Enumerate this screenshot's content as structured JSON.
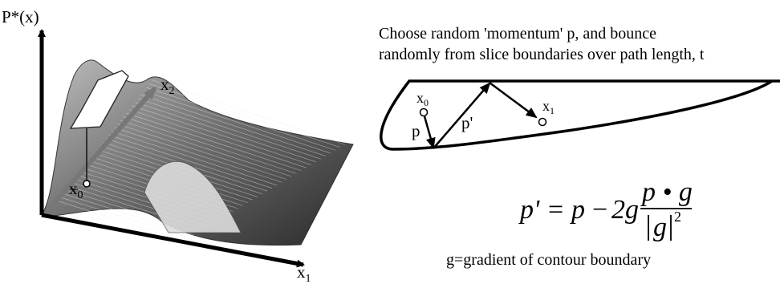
{
  "surface_plot": {
    "y_axis_label": "P*(x)",
    "x1_label": {
      "base": "x",
      "sub": "1"
    },
    "x2_label": {
      "base": "x",
      "sub": "2"
    },
    "x0_label": {
      "base": "x",
      "sub": "0"
    }
  },
  "slice_diagram": {
    "caption_line1": "Choose random 'momentum' p, and bounce",
    "caption_line2": "randomly from slice boundaries over path length, t",
    "x0_label": {
      "base": "x",
      "sub": "0"
    },
    "x1_label": {
      "base": "x",
      "sub": "1"
    },
    "p_label": "p",
    "p_prime_label": "p'"
  },
  "formula": {
    "lhs": "p'",
    "equals": "=",
    "p": "p",
    "minus": "−",
    "two_g": "2g",
    "numerator": "p • g",
    "denominator_g": "g",
    "exponent": "2"
  },
  "gradient_note": "g=gradient of contour boundary"
}
